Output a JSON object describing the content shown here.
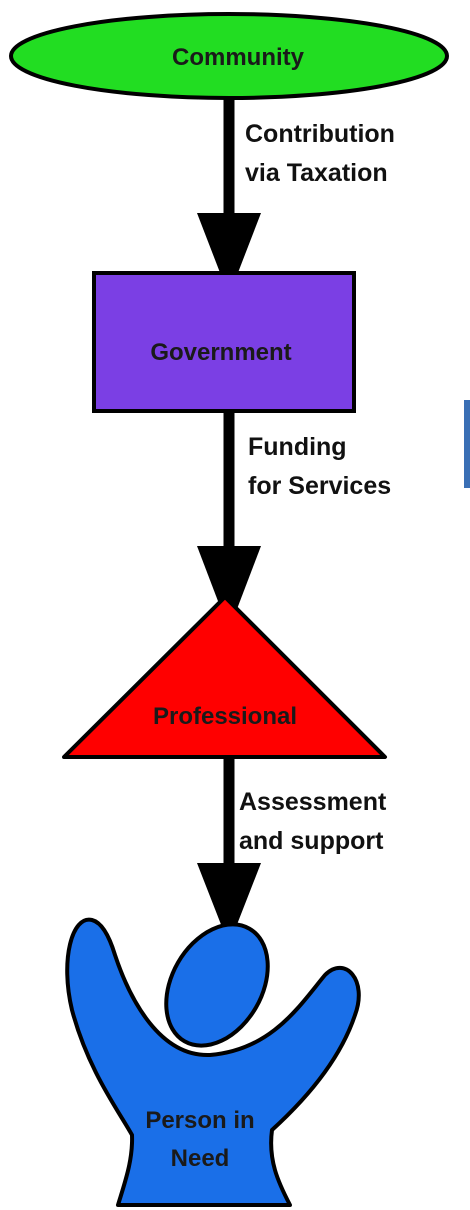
{
  "nodes": {
    "community": {
      "label": "Community",
      "color": "#22dd22"
    },
    "government": {
      "label": "Government",
      "color": "#7b3fe4"
    },
    "professional": {
      "label": "Professional",
      "color": "#ff0000"
    },
    "person": {
      "label_line1": "Person in",
      "label_line2": "Need",
      "color": "#1a6fe8"
    }
  },
  "edges": {
    "community_to_government": {
      "line1": "Contribution",
      "line2": "via Taxation"
    },
    "government_to_professional": {
      "line1": "Funding",
      "line2": "for Services"
    },
    "professional_to_person": {
      "line1": "Assessment",
      "line2": "and support"
    }
  }
}
